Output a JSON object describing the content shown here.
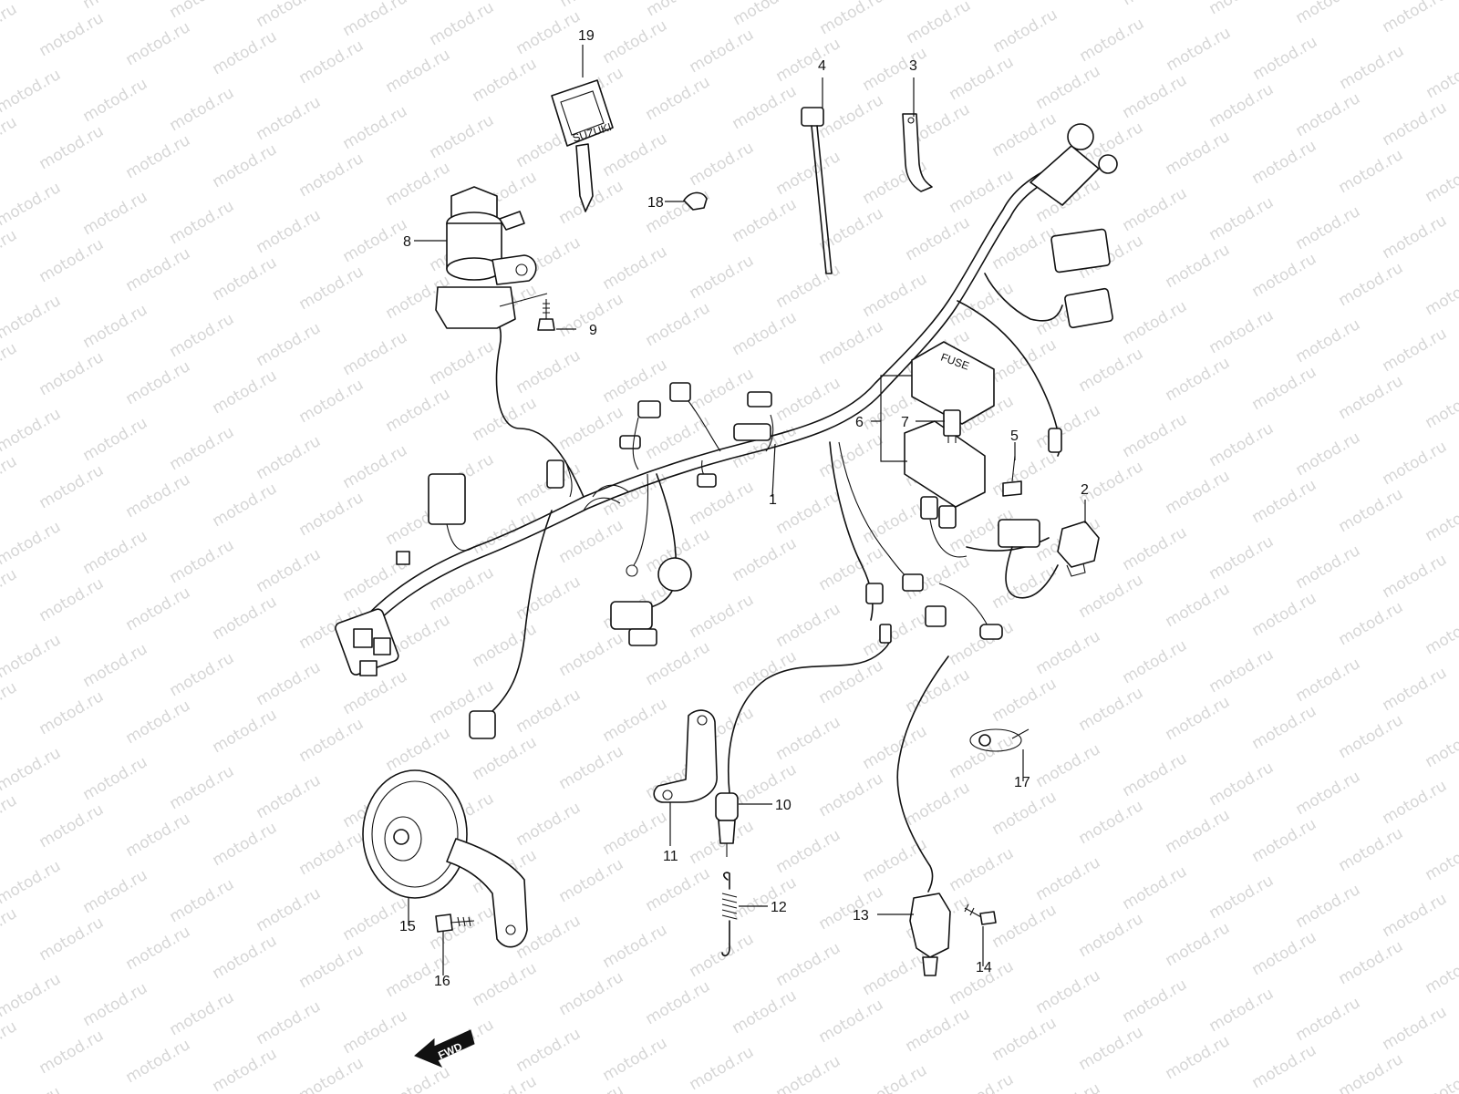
{
  "watermark": "motod.ru",
  "callouts": {
    "c1": "1",
    "c2": "2",
    "c3": "3",
    "c4": "4",
    "c5": "5",
    "c6": "6",
    "c7": "7",
    "c8": "8",
    "c9": "9",
    "c10": "10",
    "c11": "11",
    "c12": "12",
    "c13": "13",
    "c14": "14",
    "c15": "15",
    "c16": "16",
    "c17": "17",
    "c18": "18",
    "c19": "19"
  },
  "labels": {
    "key_brand": "SUZUKI",
    "fuse_box": "FUSE",
    "direction": "FWD"
  },
  "colors": {
    "line": "#111111",
    "watermark": "#d6d6d6",
    "background": "#ffffff"
  }
}
